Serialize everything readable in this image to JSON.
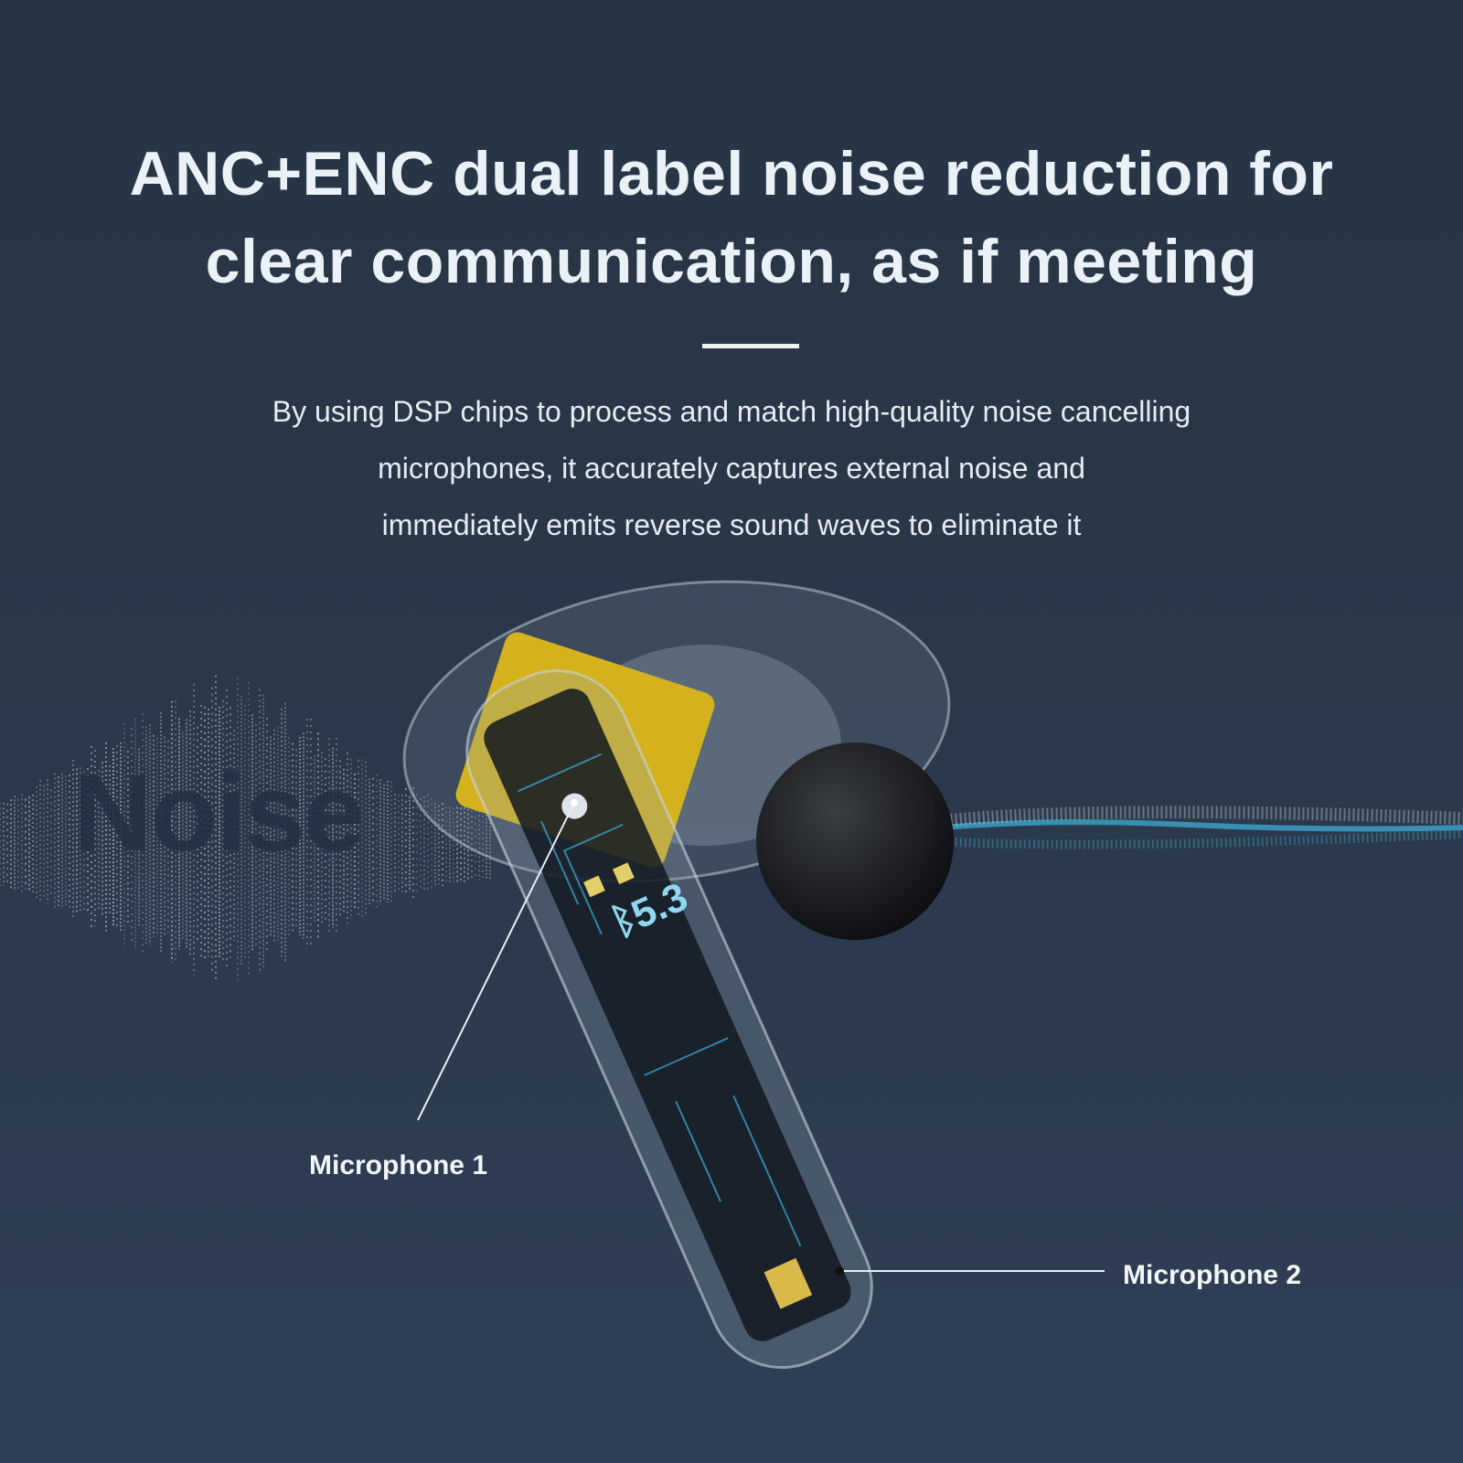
{
  "headline": {
    "line1": "ANC+ENC dual label noise reduction for",
    "line2": "clear communication, as if meeting"
  },
  "description": {
    "line1": "By using DSP chips to process and match high-quality noise cancelling",
    "line2": "microphones, it accurately captures external noise and",
    "line3": "immediately emits reverse sound waves to eliminate it"
  },
  "noise_label": "Noise",
  "earbud": {
    "bluetooth_version": "5.3"
  },
  "callouts": {
    "microphone1": "Microphone 1",
    "microphone2": "Microphone 2"
  },
  "colors": {
    "background": "#2a384b",
    "accent_yellow": "#d4b21e",
    "wave_cyan": "#3fb4d8"
  }
}
